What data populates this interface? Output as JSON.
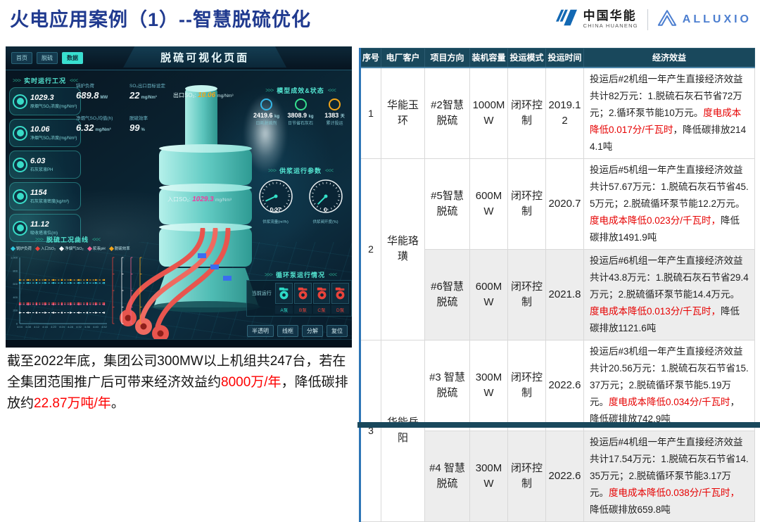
{
  "header": {
    "title": "火电应用案例（1）--智慧脱硫优化",
    "huaneng": {
      "name": "中国华能",
      "sub": "CHINA HUANENG"
    },
    "alluxio": {
      "name": "ALLUXIO"
    }
  },
  "dashboard": {
    "title": "脱硫可视化页面",
    "tabs": [
      {
        "label": "首页",
        "active": false
      },
      {
        "label": "脱硫",
        "active": false
      },
      {
        "label": "数据",
        "active": true
      }
    ],
    "sections": {
      "realtime": "实时运行工况",
      "curve": "脱硫工况曲线",
      "model": "模型成效&状态",
      "slurry": "供浆运行参数",
      "pumps": "循环泵运行情况"
    },
    "cards": [
      {
        "icon": "gauge-icon",
        "value": "1029.3",
        "label": "原烟气SO₂浓度(mg/Nm³)"
      },
      {
        "icon": "droplet-icon",
        "value": "10.06",
        "label": "净烟气SO₂浓度(mg/Nm³)"
      },
      {
        "icon": "ph-icon",
        "value": "6.03",
        "label": "石灰浆液PH"
      },
      {
        "icon": "density-icon",
        "value": "1154",
        "label": "石灰浆液密度(kg/m³)"
      },
      {
        "icon": "level-icon",
        "value": "11.12",
        "label": "吸收塔液位(m)"
      }
    ],
    "topStats": [
      {
        "label": "锅炉负荷",
        "value": "689.8",
        "unit": "MW"
      },
      {
        "label": "净烟气SO₂均值(h)",
        "value": "6.32",
        "unit": "mg/Nm³"
      },
      {
        "label": "SO₂出口目标设定",
        "value": "22",
        "unit": "mg/Nm³"
      },
      {
        "label": "脱硫效率",
        "value": "99",
        "unit": "%"
      }
    ],
    "towerLabels": {
      "outlet": {
        "label": "出口SO₂:",
        "value": "10.06",
        "unit": "mg/Nm³"
      },
      "inlet": {
        "label": "入口SO₂:",
        "value": "1029.3",
        "unit": "mg/Nm³"
      }
    },
    "modelStats": [
      {
        "value": "2419.6",
        "unit": "kg",
        "label": "日耗脱硫剂",
        "icon": "gauge-icon",
        "color": "#35b7e8"
      },
      {
        "value": "3808.9",
        "unit": "kg",
        "label": "日节省石灰石",
        "icon": "recycle-icon",
        "color": "#35e08f"
      },
      {
        "value": "1383",
        "unit": "天",
        "label": "累计投运",
        "icon": "calendar-icon",
        "color": "#f2a51a"
      }
    ],
    "gauges": [
      {
        "value": "0.27",
        "label": "供浆流量(m³/h)"
      },
      {
        "value": "0",
        "label": "供浆阀开度(%)"
      }
    ],
    "pumpPanel": {
      "rowLabel": "当前运行",
      "pumps": [
        {
          "label": "A泵",
          "running": true
        },
        {
          "label": "B泵",
          "running": false
        },
        {
          "label": "C泵",
          "running": false
        },
        {
          "label": "D泵",
          "running": false
        }
      ]
    },
    "viewButtons": [
      "半透明",
      "线框",
      "分解",
      "复位"
    ]
  },
  "chart_data": {
    "type": "line",
    "title": "脱硫工况曲线",
    "x": [
      "4:04",
      "4:08",
      "4:12",
      "4:16",
      "4:20",
      "4:24",
      "4:28",
      "4:32",
      "4:36",
      "4:40",
      "4:52"
    ],
    "ylim": [
      0,
      1000
    ],
    "yticks": [
      "0",
      "200",
      "400",
      "600",
      "800",
      "1,000"
    ],
    "legend_position": "top",
    "grid": false,
    "series": [
      {
        "name": "锅炉负荷",
        "color": "#2fc8e0",
        "values": [
          615,
          615,
          615,
          615,
          615,
          615,
          615,
          615,
          615,
          615,
          615
        ]
      },
      {
        "name": "入口SO₂",
        "color": "#e8433b",
        "values": [
          310,
          310,
          310,
          310,
          310,
          310,
          310,
          310,
          310,
          310,
          310
        ]
      },
      {
        "name": "净烟气SO₂",
        "color": "#ffffff",
        "values": [
          165,
          165,
          165,
          165,
          165,
          165,
          165,
          165,
          165,
          165,
          165
        ]
      },
      {
        "name": "浆液pH",
        "color": "#f06292",
        "values": [
          290,
          290,
          290,
          290,
          290,
          290,
          290,
          290,
          290,
          290,
          290
        ]
      },
      {
        "name": "脱硫效率",
        "color": "#f2a51a",
        "values": [
          660,
          660,
          660,
          660,
          660,
          660,
          660,
          660,
          660,
          660,
          660
        ]
      }
    ],
    "right_axes_colors": [
      "#e8433b",
      "#ffffff",
      "#f06292",
      "#f2a51a"
    ]
  },
  "summary": {
    "segments": [
      {
        "t": "截至2022年底，集团公司300MW以上机组共247台，若在全集团范围推广后可带来经济效益约",
        "red": false
      },
      {
        "t": "8000万/年",
        "red": true
      },
      {
        "t": "，降低碳排放约",
        "red": false
      },
      {
        "t": "22.87万吨/年",
        "red": true
      },
      {
        "t": "。",
        "red": false
      }
    ]
  },
  "table": {
    "headers": [
      "序号",
      "电厂客户",
      "项目方向",
      "装机容量",
      "投运模式",
      "投运时间",
      "经济效益"
    ],
    "groups": [
      {
        "index": "1",
        "plant": "华能玉环",
        "projects": [
          {
            "direction": "#2智慧脱硫",
            "capacity": "1000MW",
            "mode": "闭环控制",
            "date": "2019.12",
            "shaded": false,
            "benefit": [
              {
                "t": "投运后#2机组一年产生直接经济效益共计82万元：1.脱硫石灰石节省72万元；2.循环泵节能10万元。",
                "red": false
              },
              {
                "t": "度电成本降低0.017分/千瓦时",
                "red": true
              },
              {
                "t": "，降低碳排放2144.1吨",
                "red": false
              }
            ]
          }
        ]
      },
      {
        "index": "2",
        "plant": "华能珞璜",
        "projects": [
          {
            "direction": "#5智慧脱硫",
            "capacity": "600MW",
            "mode": "闭环控制",
            "date": "2020.7",
            "shaded": false,
            "benefit": [
              {
                "t": "投运后#5机组一年产生直接经济效益共计57.67万元：1.脱硫石灰石节省45.5万元；2.脱硫循环泵节能12.2万元。",
                "red": false
              },
              {
                "t": "度电成本降低0.023分/千瓦时，",
                "red": true
              },
              {
                "t": "降低碳排放1491.9吨",
                "red": false
              }
            ]
          },
          {
            "direction": "#6智慧脱硫",
            "capacity": "600MW",
            "mode": "闭环控制",
            "date": "2021.8",
            "shaded": true,
            "benefit": [
              {
                "t": "投运后#6机组一年产生直接经济效益共计43.8万元：1.脱硫石灰石节省29.4万元；2.脱硫循环泵节能14.4万元。",
                "red": false
              },
              {
                "t": "度电成本降低0.013分/千瓦时，",
                "red": true
              },
              {
                "t": "降低碳排放1121.6吨",
                "red": false
              }
            ]
          }
        ]
      },
      {
        "index": "3",
        "plant": "华能岳阳",
        "projects": [
          {
            "direction": "#3 智慧脱硫",
            "capacity": "300MW",
            "mode": "闭环控制",
            "date": "2022.6",
            "shaded": false,
            "benefit": [
              {
                "t": "投运后#3机组一年产生直接经济效益共计20.56万元：1.脱硫石灰石节省15.37万元；2.脱硫循环泵节能5.19万元。",
                "red": false
              },
              {
                "t": "度电成本降低0.034分/千瓦时",
                "red": true
              },
              {
                "t": "，降低碳排放742.9吨",
                "red": false
              }
            ]
          },
          {
            "direction": "#4 智慧脱硫",
            "capacity": "300MW",
            "mode": "闭环控制",
            "date": "2022.6",
            "shaded": true,
            "benefit": [
              {
                "t": "投运后#4机组一年产生直接经济效益共计17.54万元：1.脱硫石灰石节省14.35万元；2.脱硫循环泵节能3.17万元。",
                "red": false
              },
              {
                "t": "度电成本降低0.038分/千瓦时，",
                "red": true
              },
              {
                "t": "降低碳排放659.8吨",
                "red": false
              }
            ]
          }
        ]
      }
    ]
  },
  "colors": {
    "title_blue": "#203a8f",
    "accent_red": "#e60000",
    "table_header_bg": "#19485c",
    "row_shade": "#ededed",
    "alluxio_blue": "#4d7fd0",
    "pump_running": "#2dd9c7",
    "pump_stopped": "#e8433b"
  }
}
